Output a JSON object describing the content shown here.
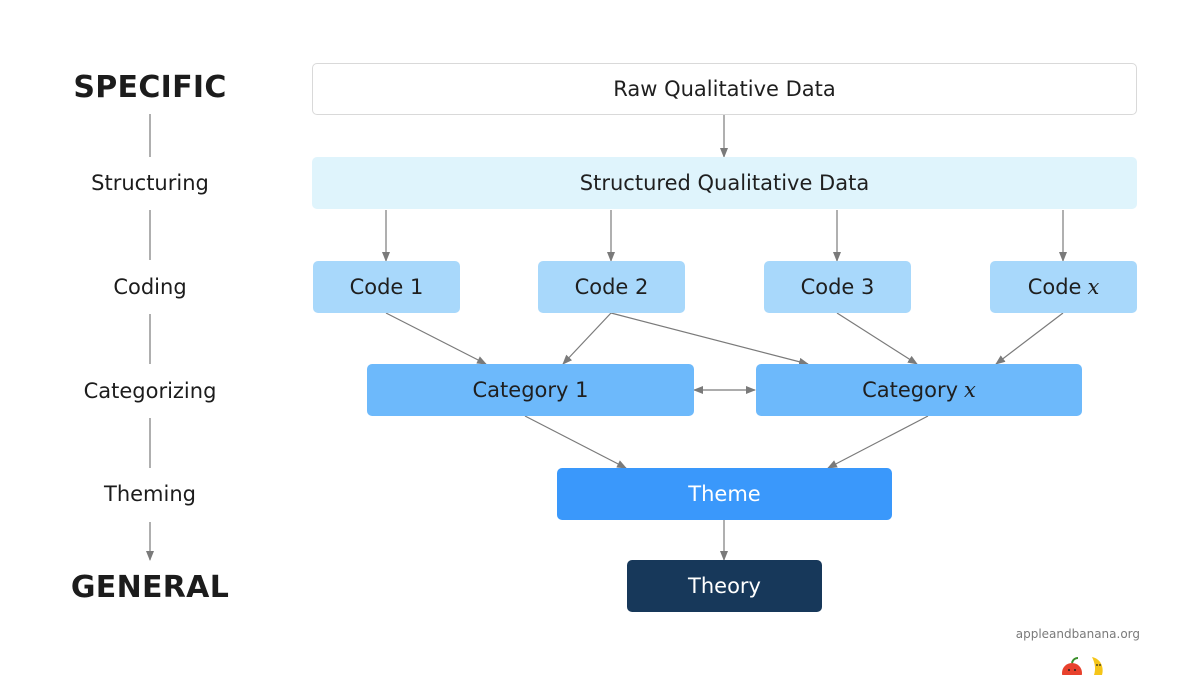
{
  "levels": {
    "top": "SPECIFIC",
    "structuring": "Structuring",
    "coding": "Coding",
    "categorizing": "Categorizing",
    "theming": "Theming",
    "bottom": "GENERAL"
  },
  "nodes": {
    "raw": "Raw Qualitative Data",
    "structured": "Structured Qualitative Data",
    "code1": "Code 1",
    "code2": "Code 2",
    "code3": "Code 3",
    "codex": "Code",
    "codex_var": "x",
    "category1": "Category 1",
    "categoryx": "Category",
    "categoryx_var": "x",
    "theme": "Theme",
    "theory": "Theory"
  },
  "footer": {
    "site": "appleandbanana.org"
  },
  "colors": {
    "structured": "#dff4fc",
    "code": "#a8d8fb",
    "category": "#6db9fb",
    "theme": "#3a98fb",
    "theory": "#17385a",
    "arrow": "#7a7a7a"
  },
  "icons": [
    "apple-icon",
    "banana-icon"
  ]
}
